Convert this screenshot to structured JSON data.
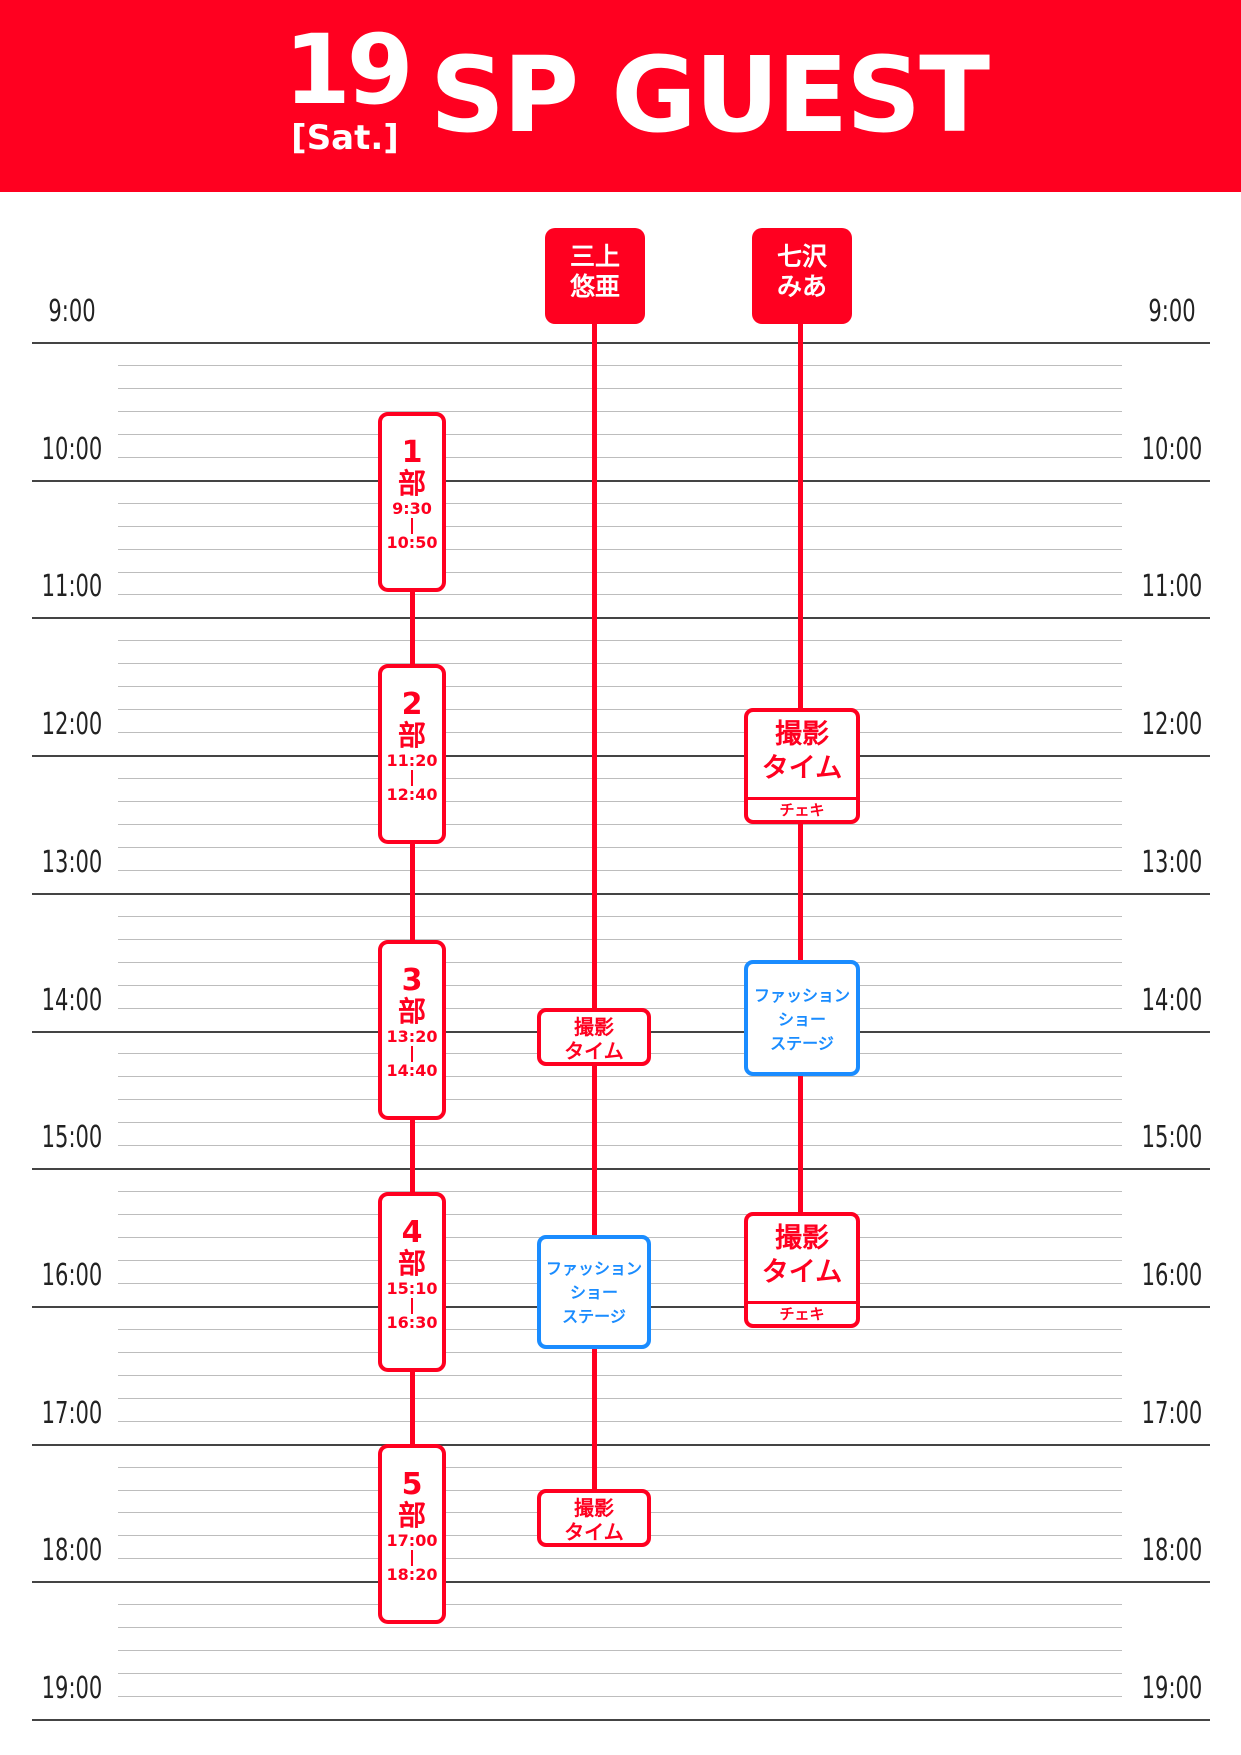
{
  "header": {
    "day": "19",
    "day_of_week": "[Sat.]",
    "title": "SP GUEST",
    "background_color": "#ff0020"
  },
  "hours": [
    "9:00",
    "10:00",
    "11:00",
    "12:00",
    "13:00",
    "14:00",
    "15:00",
    "16:00",
    "17:00",
    "18:00",
    "19:00"
  ],
  "sessions": [
    {
      "num": "1",
      "unit": "部",
      "start": "9:30",
      "end": "10:50"
    },
    {
      "num": "2",
      "unit": "部",
      "start": "11:20",
      "end": "12:40"
    },
    {
      "num": "3",
      "unit": "部",
      "start": "13:20",
      "end": "14:40"
    },
    {
      "num": "4",
      "unit": "部",
      "start": "15:10",
      "end": "16:30"
    },
    {
      "num": "5",
      "unit": "部",
      "start": "17:00",
      "end": "18:20"
    }
  ],
  "guests": [
    {
      "name_lines": [
        "三上",
        "悠亜"
      ],
      "events": [
        {
          "lines": [
            "撮影",
            "タイム"
          ],
          "sub": "",
          "style": "red"
        },
        {
          "lines": [
            "ファッション",
            "ショー",
            "ステージ"
          ],
          "sub": "",
          "style": "blue"
        },
        {
          "lines": [
            "撮影",
            "タイム"
          ],
          "sub": "",
          "style": "red"
        }
      ]
    },
    {
      "name_lines": [
        "七沢",
        "みあ"
      ],
      "events": [
        {
          "lines": [
            "撮影",
            "タイム"
          ],
          "sub": "チェキ",
          "style": "red"
        },
        {
          "lines": [
            "ファッション",
            "ショー",
            "ステージ"
          ],
          "sub": "",
          "style": "blue"
        },
        {
          "lines": [
            "撮影",
            "タイム"
          ],
          "sub": "チェキ",
          "style": "red"
        }
      ]
    }
  ],
  "colors": {
    "accent": "#ff0020",
    "fashion": "#1a8cff"
  }
}
